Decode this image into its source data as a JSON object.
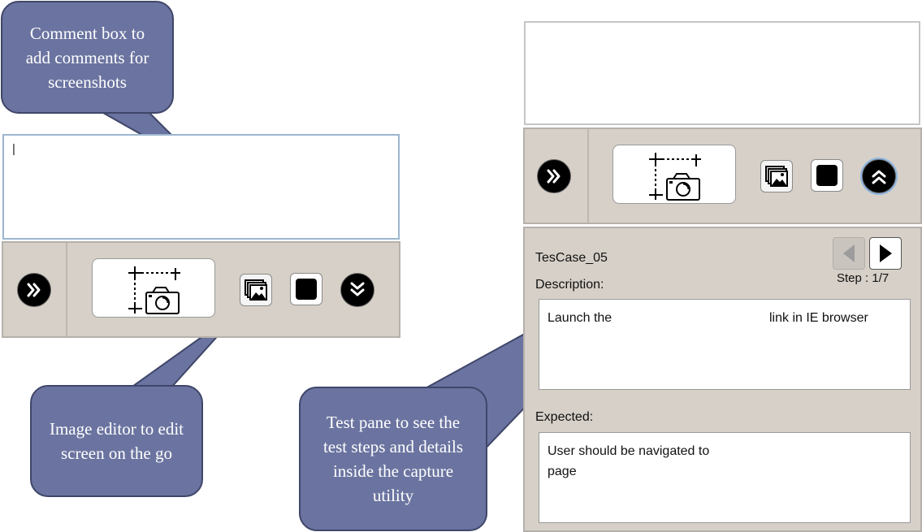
{
  "callouts": {
    "comment": "Comment box to add comments for screenshots",
    "image_editor": "Image editor to edit screen on the go",
    "test_pane": "Test pane to see the test steps and details inside the capture utility"
  },
  "left_panel": {
    "comment_value": "|"
  },
  "right_panel": {
    "comment_value": ""
  },
  "test_pane": {
    "test_case": "TesCase_05",
    "step": "Step : 1/7",
    "description_label": "Description:",
    "description_left": "Launch the",
    "description_right": "link in IE browser",
    "expected_label": "Expected:",
    "expected_value": "User should be navigated to\npage"
  },
  "icons": {
    "expand": "double-chevron-right-icon",
    "capture": "screen-capture-icon",
    "image_editor": "image-gallery-icon",
    "stop": "stop-icon",
    "collapse": "double-chevron-down-icon",
    "expand_up": "double-chevron-up-icon",
    "prev": "triangle-left-icon",
    "next": "triangle-right-icon"
  },
  "colors": {
    "callout_fill": "#6b74a0",
    "toolbar_bg": "#d6d0c8",
    "comment_border_active": "#9cb6d0"
  }
}
